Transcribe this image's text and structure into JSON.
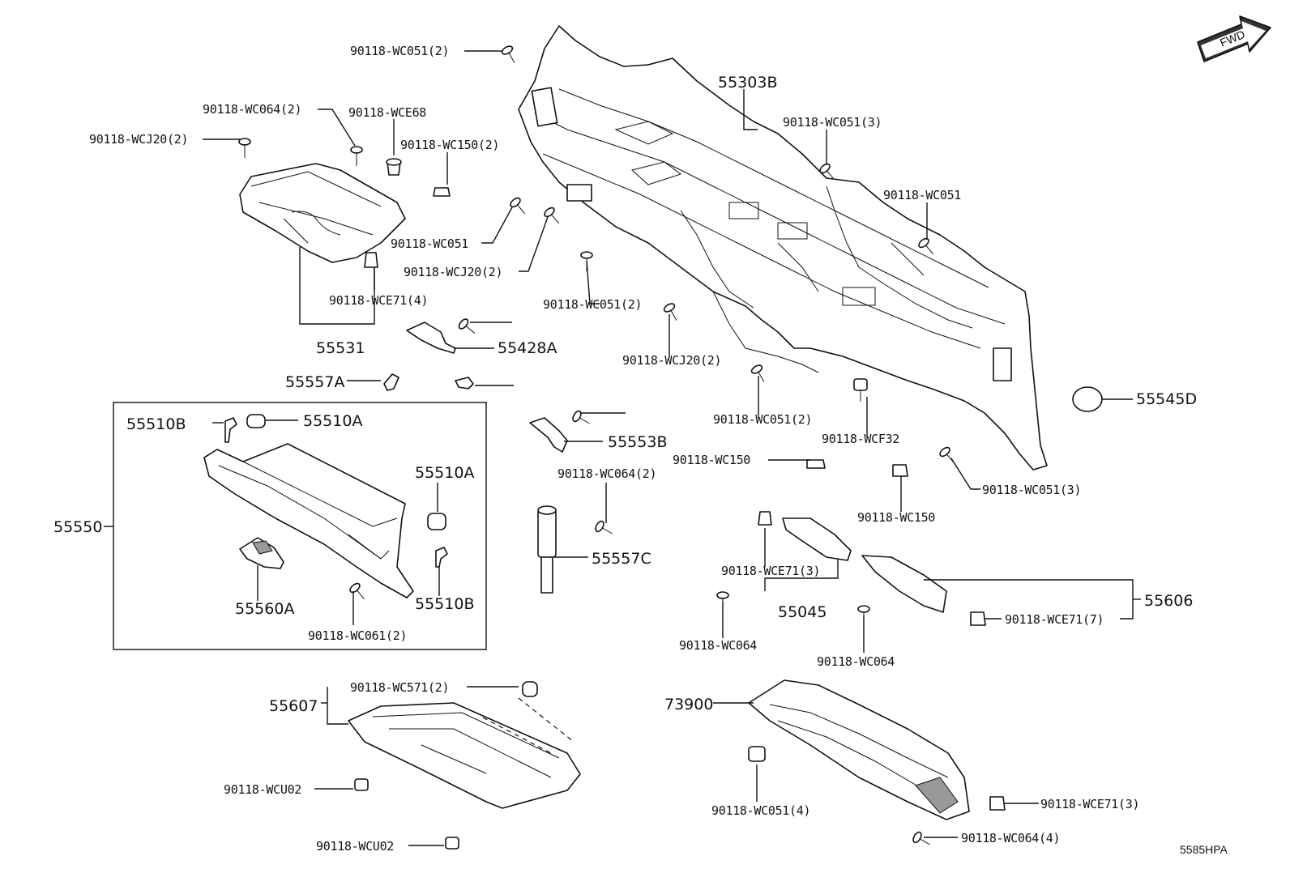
{
  "diagram_code": "5585HPA",
  "fwd_label": "FWD",
  "labels": [
    {
      "id": "l1",
      "text": "90118-WC051(2)"
    },
    {
      "id": "l2",
      "text": "55303B"
    },
    {
      "id": "l3",
      "text": "90118-WC064(2)"
    },
    {
      "id": "l4",
      "text": "90118-WCE68"
    },
    {
      "id": "l5",
      "text": "90118-WC051(3)"
    },
    {
      "id": "l6",
      "text": "90118-WCJ20(2)"
    },
    {
      "id": "l7",
      "text": "90118-WC150(2)"
    },
    {
      "id": "l8",
      "text": "90118-WC051"
    },
    {
      "id": "l9",
      "text": "90118-WC051"
    },
    {
      "id": "l10",
      "text": "90118-WCJ20(2)"
    },
    {
      "id": "l11",
      "text": "90118-WCE71(4)"
    },
    {
      "id": "l12",
      "text": "90118-WC051(2)"
    },
    {
      "id": "l13",
      "text": "55531"
    },
    {
      "id": "l14",
      "text": "55428A"
    },
    {
      "id": "l15",
      "text": "90118-WCJ20(2)"
    },
    {
      "id": "l16",
      "text": "55557A"
    },
    {
      "id": "l17",
      "text": "55545D"
    },
    {
      "id": "l18",
      "text": "55510B"
    },
    {
      "id": "l19",
      "text": "55510A"
    },
    {
      "id": "l20",
      "text": "90118-WC051(2)"
    },
    {
      "id": "l21",
      "text": "90118-WCF32"
    },
    {
      "id": "l22",
      "text": "55553B"
    },
    {
      "id": "l23",
      "text": "90118-WC150"
    },
    {
      "id": "l24",
      "text": "55510A"
    },
    {
      "id": "l25",
      "text": "90118-WC064(2)"
    },
    {
      "id": "l26",
      "text": "90118-WC051(3)"
    },
    {
      "id": "l27",
      "text": "55550"
    },
    {
      "id": "l28",
      "text": "90118-WC150"
    },
    {
      "id": "l29",
      "text": "55557C"
    },
    {
      "id": "l30",
      "text": "90118-WCE71(3)"
    },
    {
      "id": "l31",
      "text": "55606"
    },
    {
      "id": "l32",
      "text": "55560A"
    },
    {
      "id": "l33",
      "text": "55510B"
    },
    {
      "id": "l34",
      "text": "55045"
    },
    {
      "id": "l35",
      "text": "90118-WCE71(7)"
    },
    {
      "id": "l36",
      "text": "90118-WC061(2)"
    },
    {
      "id": "l37",
      "text": "90118-WC064"
    },
    {
      "id": "l38",
      "text": "90118-WC064"
    },
    {
      "id": "l39",
      "text": "90118-WC571(2)"
    },
    {
      "id": "l40",
      "text": "55607"
    },
    {
      "id": "l41",
      "text": "73900"
    },
    {
      "id": "l42",
      "text": "90118-WCU02"
    },
    {
      "id": "l43",
      "text": "90118-WC051(4)"
    },
    {
      "id": "l44",
      "text": "90118-WCE71(3)"
    },
    {
      "id": "l45",
      "text": "90118-WC064(4)"
    },
    {
      "id": "l46",
      "text": "90118-WCU02"
    }
  ]
}
